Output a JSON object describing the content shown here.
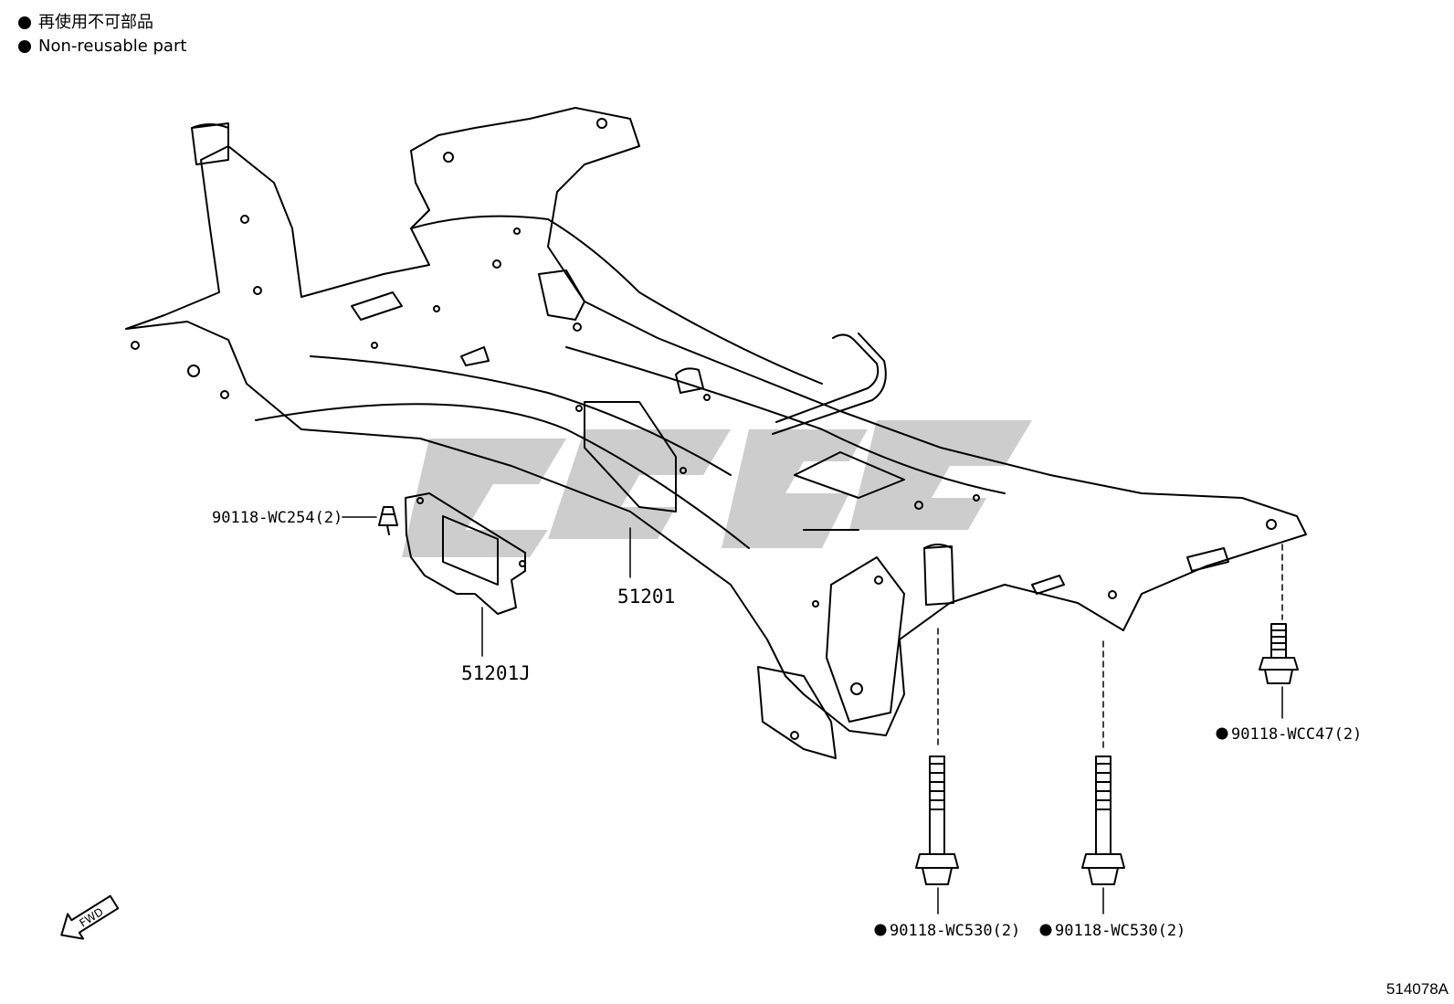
{
  "legend": {
    "line1": "再使用不可部品",
    "line2": "Non-reusable part"
  },
  "parts": {
    "clip": "90118-WC254(2)",
    "crossmember": "51201",
    "plate": "51201J",
    "bolt_rear_right": "90118-WCC47(2)",
    "bolt_left": "90118-WC530(2)",
    "bolt_right": "90118-WC530(2)"
  },
  "fwd_label": "FWD",
  "diagram_code": "514078A",
  "colors": {
    "line": "#000000",
    "watermark": "#c8c8c8"
  }
}
